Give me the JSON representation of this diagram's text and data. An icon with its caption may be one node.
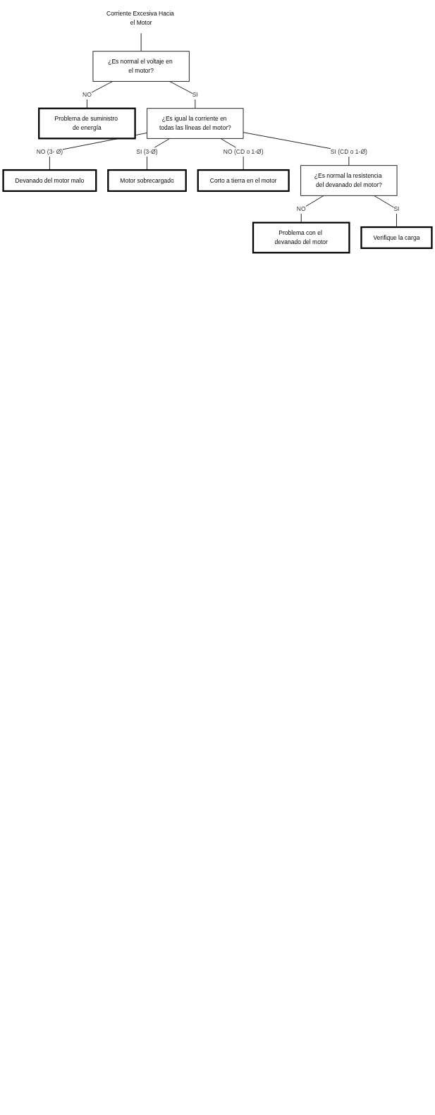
{
  "diagram": {
    "nodes": [
      {
        "text": [
          "Corriente Excesiva Hacia el Motor"
        ]
      },
      {
        "text": [
          "¿Es normal el voltaje en el motor?"
        ]
      },
      {
        "text": [
          "Problema de suministro de energía"
        ]
      },
      {
        "text": [
          "¿Es igual la corriente en todas las líneas del motor?"
        ]
      },
      {
        "text": [
          "Devanado del motor malo"
        ]
      },
      {
        "text": [
          "Motor sobrecargado"
        ]
      },
      {
        "text": [
          "Corto a tierra en el motor"
        ]
      },
      {
        "text": [
          "¿Es normal la resistencia del devanado del motor?"
        ]
      },
      {
        "text": [
          "Problema con el devanado del motor"
        ]
      },
      {
        "text": [
          "Verifique la carga"
        ]
      }
    ],
    "edges": [
      {
        "from": 0,
        "to": 1,
        "arrow": "none"
      },
      {
        "from": 1,
        "to": 2,
        "label": "NO",
        "arrow": "none"
      },
      {
        "from": 1,
        "to": 3,
        "label": "SI",
        "arrow": "none"
      },
      {
        "from": 3,
        "to": 4,
        "label": "NO (3- Ø)",
        "arrow": "none"
      },
      {
        "from": 3,
        "to": 5,
        "label": "SI (3-Ø)",
        "arrow": "none"
      },
      {
        "from": 3,
        "to": 6,
        "label": "NO (CD o 1-Ø)",
        "arrow": "none"
      },
      {
        "from": 3,
        "to": 7,
        "label": "SI (CD o 1-Ø)",
        "arrow": "none"
      },
      {
        "from": 7,
        "to": 8,
        "label": "NO",
        "arrow": "none"
      },
      {
        "from": 7,
        "to": 9,
        "label": "SI",
        "arrow": "none"
      }
    ]
  }
}
